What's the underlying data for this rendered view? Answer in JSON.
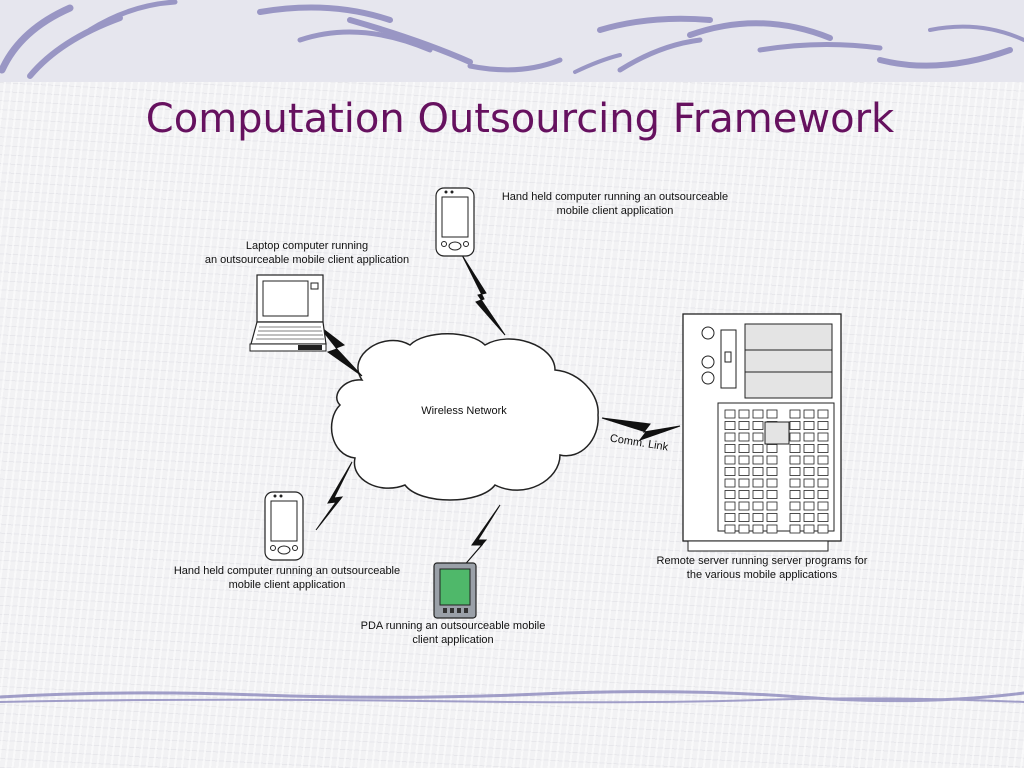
{
  "slide": {
    "title": "Computation Outsourcing Framework"
  },
  "diagram": {
    "cloud_label": "Wireless Network",
    "comm_link_label": "Comm. Link",
    "nodes": {
      "handheld_top": {
        "line1": "Hand held computer running an outsourceable",
        "line2": "mobile client application"
      },
      "laptop": {
        "line1": "Laptop computer running",
        "line2": "an outsourceable mobile client application"
      },
      "handheld_bottom": {
        "line1": "Hand held computer running an outsourceable",
        "line2": "mobile client application"
      },
      "pda": {
        "line1": "PDA running an outsourceable mobile",
        "line2": "client application"
      },
      "server": {
        "line1": "Remote server running server programs for",
        "line2": "the various mobile applications"
      }
    }
  },
  "colors": {
    "title": "#66115f",
    "decor_stroke": "#8c89bd",
    "pda_screen": "#4fb86a"
  }
}
